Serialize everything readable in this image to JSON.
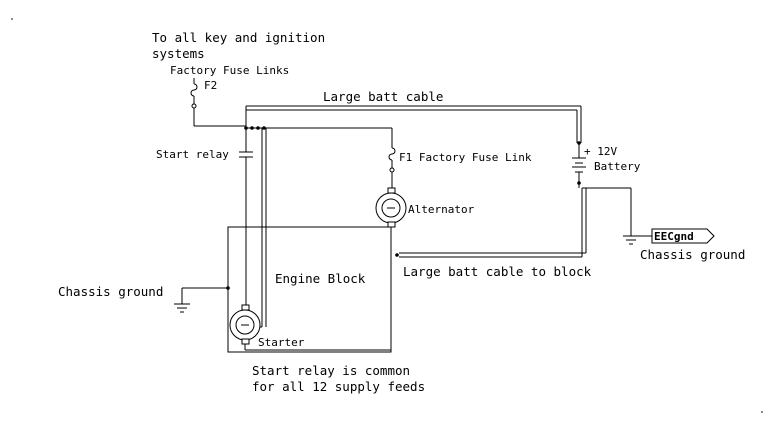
{
  "labels": {
    "top_note_1": "To all key and ignition",
    "top_note_2": "systems",
    "fuse_links": "Factory Fuse Links",
    "f2": "F2",
    "large_batt_cable": "Large batt cable",
    "start_relay": "Start relay",
    "f1": "F1 Factory Fuse Link",
    "battery_v": "+ 12V",
    "battery": "Battery",
    "alternator": "Alternator",
    "eecgnd": "EECgnd",
    "chassis_ground_right": "Chassis ground",
    "engine_block": "Engine Block",
    "large_batt_to_block": "Large batt cable to block",
    "chassis_ground_left": "Chassis ground",
    "starter": "Starter",
    "note_1": "Start relay is common",
    "note_2": "for all 12 supply feeds"
  }
}
